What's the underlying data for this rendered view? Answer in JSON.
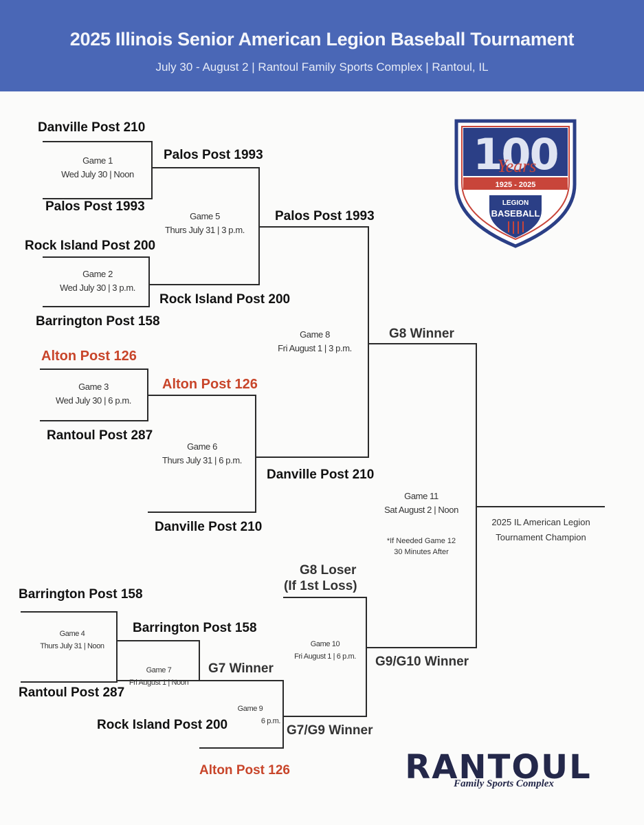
{
  "header": {
    "title": "2025 Illinois Senior American Legion Baseball Tournament",
    "subtitle": "July 30 - August 2 | Rantoul Family Sports Complex | Rantoul, IL"
  },
  "logo": {
    "big_number": "100",
    "years": "Years",
    "range": "1925 - 2025",
    "legion": "LEGION",
    "baseball": "BASEBALL",
    "colors": {
      "blue": "#2b3f86",
      "red": "#c8453a",
      "white": "#ffffff"
    }
  },
  "teams": {
    "g1_top": "Danville Post 210",
    "g1_bottom": "Palos Post 1993",
    "g1_winner": "Palos Post 1993",
    "g2_top": "Rock Island Post 200",
    "g2_bottom": "Barrington Post 158",
    "g2_winner": "Rock Island Post 200",
    "g5_winner": "Palos Post 1993",
    "g3_top": "Alton Post 126",
    "g3_bottom": "Rantoul Post 287",
    "g3_winner": "Alton Post 126",
    "g6_bottom": "Danville Post 210",
    "g6_winner": "Danville Post 210",
    "g4_top": "Barrington Post 158",
    "g4_bottom": "Rantoul Post 287",
    "g4_winner": "Barrington Post 158",
    "g9_bottom": "Rock Island Post 200",
    "g9_lower": "Alton Post 126"
  },
  "labels": {
    "g8_winner": "G8 Winner",
    "g8_loser_1": "G8 Loser",
    "g8_loser_2": "(If 1st Loss)",
    "g7_winner": "G7 Winner",
    "g7g9_winner": "G7/G9 Winner",
    "g9g10_winner": "G9/G10 Winner"
  },
  "games": {
    "g1": {
      "name": "Game 1",
      "time": "Wed July 30 | Noon"
    },
    "g2": {
      "name": "Game 2",
      "time": "Wed July 30 | 3 p.m."
    },
    "g3": {
      "name": "Game 3",
      "time": "Wed July 30 | 6 p.m."
    },
    "g4": {
      "name": "Game 4",
      "time": "Thurs July 31 | Noon"
    },
    "g5": {
      "name": "Game 5",
      "time": "Thurs July 31 | 3 p.m."
    },
    "g6": {
      "name": "Game 6",
      "time": "Thurs July 31 | 6 p.m."
    },
    "g7": {
      "name": "Game 7",
      "time": "Fri August 1 | Noon"
    },
    "g8": {
      "name": "Game 8",
      "time": "Fri August 1 | 3 p.m."
    },
    "g9": {
      "name": "Game 9",
      "time": "6 p.m."
    },
    "g10": {
      "name": "Game 10",
      "time": "Fri August 1 | 6 p.m."
    },
    "g11": {
      "name": "Game 11",
      "time": "Sat August 2 | Noon"
    }
  },
  "notes": {
    "if_needed_1": "*If Needed Game 12",
    "if_needed_2": "30 Minutes After"
  },
  "champion": {
    "line1": "2025 IL American Legion",
    "line2": "Tournament Champion"
  },
  "sponsor": {
    "name": "RANTOUL",
    "tagline": "Family Sports Complex"
  }
}
